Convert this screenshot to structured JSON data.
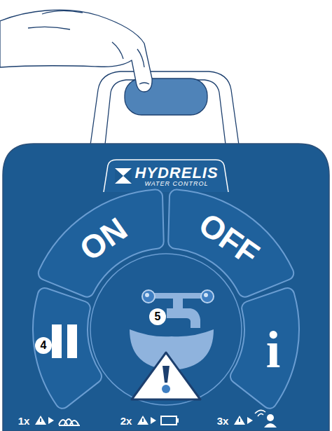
{
  "diagram": {
    "nodes": [
      {
        "text": [
          "HYDRELIS",
          "WATER CONTROL"
        ]
      },
      {
        "text": [
          "ON"
        ]
      },
      {
        "text": [
          "OFF"
        ]
      },
      {
        "text": [
          "i"
        ]
      }
    ],
    "labels": [
      "4",
      "5",
      "1x",
      "2x",
      "3x"
    ]
  }
}
